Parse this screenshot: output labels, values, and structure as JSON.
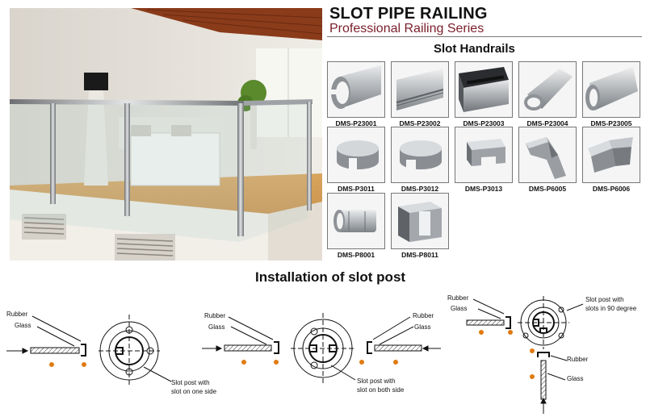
{
  "header": {
    "title": "SLOT PIPE RAILING",
    "subtitle": "Professional Railing Series"
  },
  "catalog": {
    "heading": "Slot Handrails",
    "items": [
      {
        "code": "DMS-P23001",
        "icon": "slot-round-tube-icon"
      },
      {
        "code": "DMS-P23002",
        "icon": "slot-grooved-tube-icon"
      },
      {
        "code": "DMS-P23003",
        "icon": "slot-square-tube-icon"
      },
      {
        "code": "DMS-P23004",
        "icon": "slot-oval-tube-icon"
      },
      {
        "code": "DMS-P23005",
        "icon": "slot-half-round-tube-icon"
      },
      {
        "code": "DMS-P3011",
        "icon": "round-end-cap-icon"
      },
      {
        "code": "DMS-P3012",
        "icon": "round-end-cap-slotted-icon"
      },
      {
        "code": "DMS-P3013",
        "icon": "square-end-cap-icon"
      },
      {
        "code": "DMS-P6005",
        "icon": "round-elbow-icon"
      },
      {
        "code": "DMS-P6006",
        "icon": "square-elbow-icon"
      },
      {
        "code": "DMS-P8001",
        "icon": "round-connector-icon"
      },
      {
        "code": "DMS-P8011",
        "icon": "square-connector-icon"
      }
    ]
  },
  "installation": {
    "heading": "Installation of slot post",
    "one_side": {
      "rubber": "Rubber",
      "glass": "Glass",
      "caption_line1": "Slot post with",
      "caption_line2": "slot on one side"
    },
    "both_sides": {
      "rubber_left": "Rubber",
      "glass_left": "Glass",
      "rubber_right": "Rubber",
      "glass_right": "Glass",
      "caption_line1": "Slot post with",
      "caption_line2": "slot on both side"
    },
    "ninety_degree": {
      "rubber_top": "Rubber",
      "glass_top": "Glass",
      "caption_line1": "Slot post with",
      "caption_line2": "slots in 90 degree",
      "rubber_bottom": "Rubber",
      "glass_bottom": "Glass"
    }
  },
  "colors": {
    "subtitle": "#7a1e2a",
    "marker": "#e07a10",
    "steel": "#9aa0a6"
  }
}
